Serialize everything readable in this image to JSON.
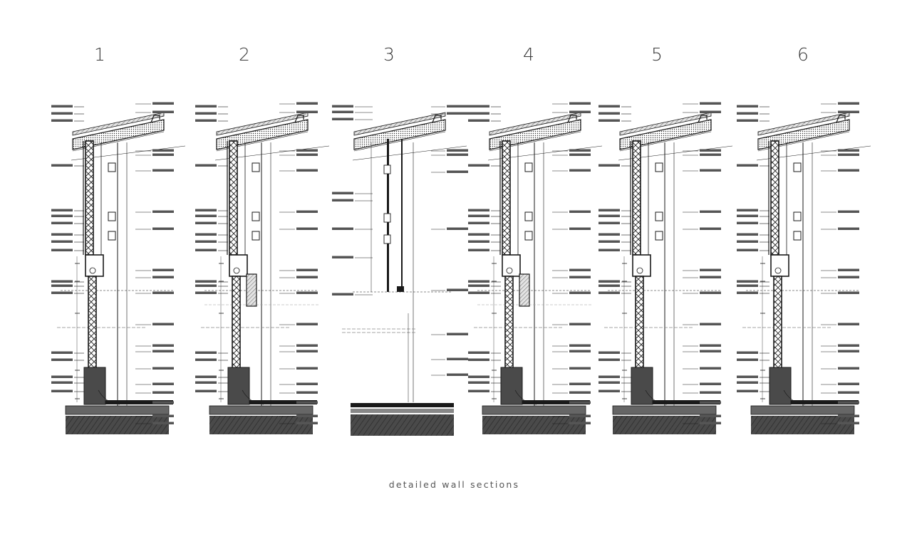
{
  "sections": [
    {
      "number": "1",
      "variant": "A"
    },
    {
      "number": "2",
      "variant": "B"
    },
    {
      "number": "3",
      "variant": "C"
    },
    {
      "number": "4",
      "variant": "B"
    },
    {
      "number": "5",
      "variant": "A"
    },
    {
      "number": "6",
      "variant": "A"
    }
  ],
  "caption": "detailed wall sections",
  "colors": {
    "ink": "#1a1a1a",
    "ground": "#4a4a4a",
    "hatch": "#777777"
  }
}
